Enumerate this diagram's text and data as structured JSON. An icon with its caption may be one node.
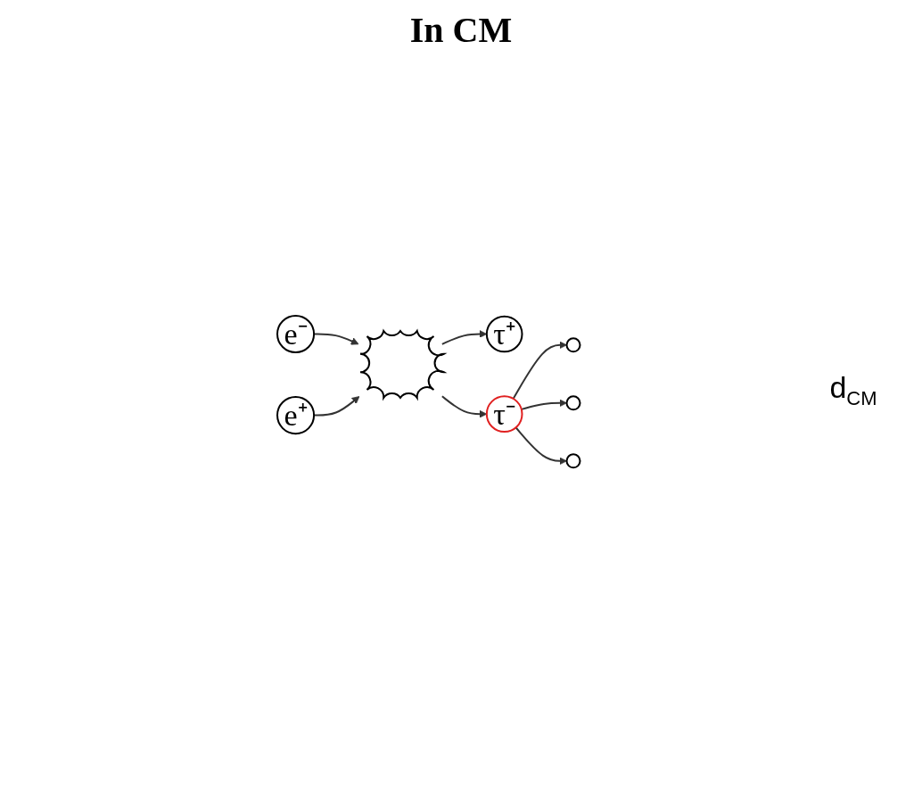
{
  "diagram": {
    "title": "In CM",
    "nodes": [
      {
        "text": [
          "τ⁺"
        ]
      },
      {
        "text": [
          "e⁻"
        ]
      },
      {
        "text": [],
        "shape": "star"
      },
      {
        "text": [
          "e⁺"
        ]
      },
      {
        "text": [
          "τ⁻"
        ]
      },
      {
        "text": [],
        "shape": "circle"
      },
      {
        "text": [],
        "shape": "circle"
      },
      {
        "text": [],
        "shape": "circle"
      }
    ],
    "edges": [
      {
        "from": 1,
        "to": 2,
        "arrow": "to"
      },
      {
        "from": 3,
        "to": 2,
        "arrow": "to"
      },
      {
        "from": 2,
        "to": 0,
        "arrow": "to"
      },
      {
        "from": 2,
        "to": 4,
        "arrow": "to"
      },
      {
        "from": 4,
        "to": 5,
        "arrow": "to"
      },
      {
        "from": 4,
        "to": 6,
        "arrow": "to"
      },
      {
        "from": 4,
        "to": 7,
        "arrow": "to"
      }
    ],
    "labels": [
      "d$_{CM}$"
    ]
  }
}
